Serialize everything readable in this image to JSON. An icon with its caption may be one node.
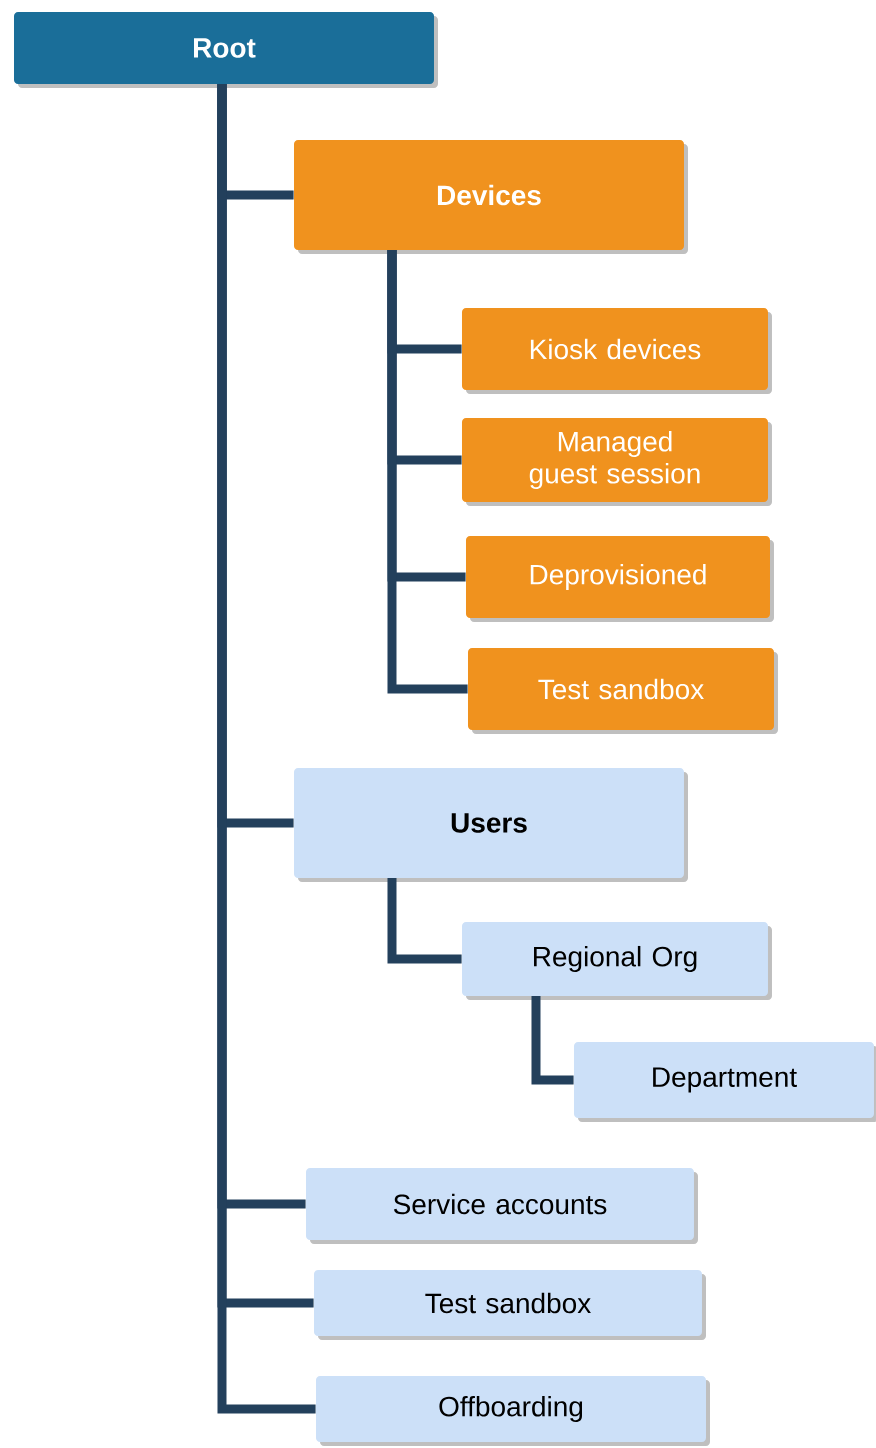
{
  "diagram": {
    "nodes": [
      {
        "text": [
          "Root"
        ]
      },
      {
        "text": [
          "Devices"
        ]
      },
      {
        "text": [
          "Kiosk devices"
        ]
      },
      {
        "text": [
          "Managed guest session"
        ]
      },
      {
        "text": [
          "Deprovisioned"
        ]
      },
      {
        "text": [
          "Test sandbox"
        ]
      },
      {
        "text": [
          "Users"
        ]
      },
      {
        "text": [
          "Regional Org"
        ]
      },
      {
        "text": [
          "Department"
        ]
      },
      {
        "text": [
          "Service accounts"
        ]
      },
      {
        "text": [
          "Test sandbox"
        ]
      },
      {
        "text": [
          "Offboarding"
        ]
      }
    ],
    "edges": [
      {
        "from": 0,
        "to": 1,
        "arrow": "none"
      },
      {
        "from": 1,
        "to": 2,
        "arrow": "none"
      },
      {
        "from": 1,
        "to": 3,
        "arrow": "none"
      },
      {
        "from": 1,
        "to": 4,
        "arrow": "none"
      },
      {
        "from": 1,
        "to": 5,
        "arrow": "none"
      },
      {
        "from": 0,
        "to": 6,
        "arrow": "none"
      },
      {
        "from": 6,
        "to": 7,
        "arrow": "none"
      },
      {
        "from": 7,
        "to": 8,
        "arrow": "none"
      },
      {
        "from": 0,
        "to": 9,
        "arrow": "none"
      },
      {
        "from": 0,
        "to": 10,
        "arrow": "none"
      },
      {
        "from": 0,
        "to": 11,
        "arrow": "none"
      }
    ]
  }
}
